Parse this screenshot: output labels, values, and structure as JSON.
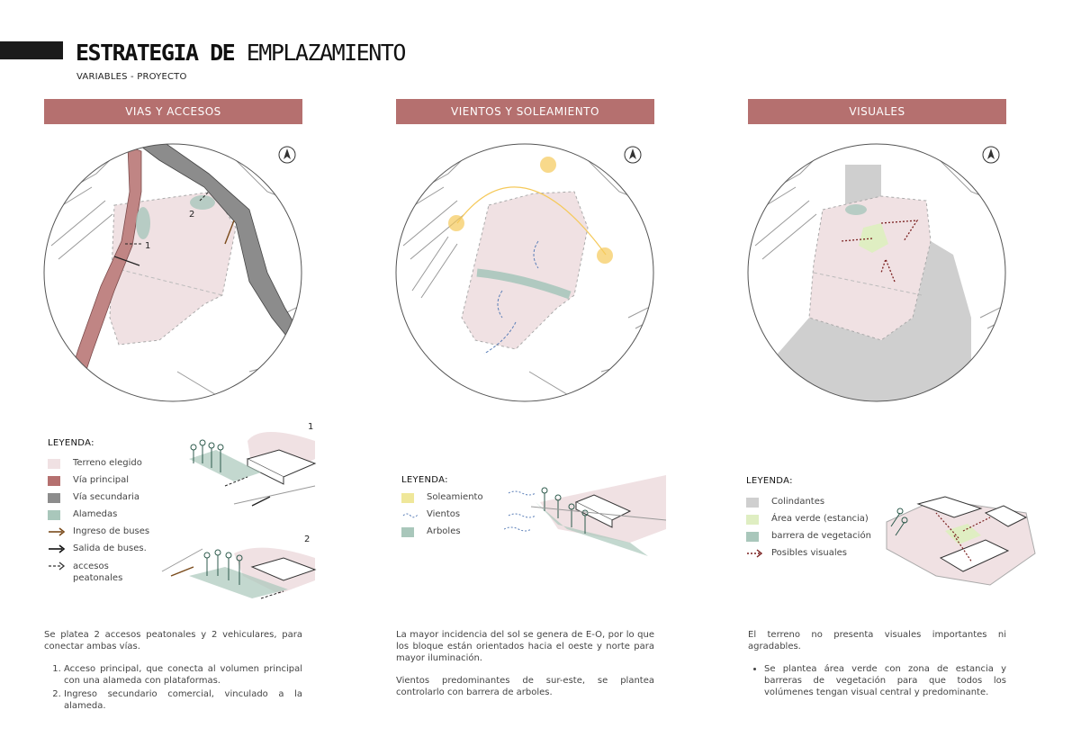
{
  "header": {
    "title_bold": "ESTRATEGIA DE",
    "title_light": " EMPLAZAMIENTO",
    "subtitle": "VARIABLES - PROYECTO"
  },
  "columns": [
    {
      "heading": "VIAS Y ACCESOS",
      "map_labels": [
        "1",
        "2"
      ],
      "legend_title": "LEYENDA:",
      "legend": [
        {
          "label": "Terreno elegido",
          "color": "#f0e1e3"
        },
        {
          "label": "Vía principal",
          "color": "#b5706f"
        },
        {
          "label": "Vía secundaria",
          "color": "#8c8c8c"
        },
        {
          "label": "Alamedas",
          "color": "#a9c7bb"
        },
        {
          "label": "Ingreso de buses",
          "icon": "arrow-brown-icon"
        },
        {
          "label": "Salida de buses.",
          "icon": "arrow-black-icon"
        },
        {
          "label": "accesos peatonales",
          "icon": "arrow-dashed-icon"
        }
      ],
      "sketch_labels": [
        "1",
        "2"
      ],
      "text_intro": "Se platea 2 accesos peatonales y 2 vehiculares, para conectar ambas vías.",
      "text_list": [
        "Acceso principal, que conecta al volumen principal con una alameda con plataformas.",
        "Ingreso secundario comercial, vinculado a la alameda."
      ]
    },
    {
      "heading": "VIENTOS Y SOLEAMIENTO",
      "legend_title": "LEYENDA:",
      "legend": [
        {
          "label": "Soleamiento",
          "color": "#efe79a"
        },
        {
          "label": "Vientos",
          "icon": "wind-icon"
        },
        {
          "label": "Arboles",
          "color": "#a9c7bb"
        }
      ],
      "text_p1": "La mayor incidencia del sol se genera de E-O, por lo que los bloque están orientados hacia el oeste y norte para mayor iluminación.",
      "text_p2": "Vientos predominantes de sur-este, se plantea controlarlo con barrera de arboles."
    },
    {
      "heading": "VISUALES",
      "legend_title": "LEYENDA:",
      "legend": [
        {
          "label": "Colindantes",
          "color": "#cfcfcf"
        },
        {
          "label": "Área verde (estancia)",
          "color": "#dfeec2"
        },
        {
          "label": "barrera de vegetación",
          "color": "#a9c7bb"
        },
        {
          "label": "Posibles visuales",
          "icon": "dotted-arrow-icon"
        }
      ],
      "text_p1": "El terreno no presenta visuales importantes ni agradables.",
      "text_list": [
        "Se plantea área verde con zona de estancia y barreras de vegetación para que todos los volúmenes tengan visual central y predominante."
      ]
    }
  ],
  "colors": {
    "accent": "#b5706f",
    "site": "#f0e1e3",
    "secondary_road": "#8c8c8c",
    "trees": "#a9c7bb",
    "sun": "#f5c95a",
    "neighbors": "#cfcfcf",
    "green_area": "#dfeec2",
    "visual_arrow": "#7a1f1f",
    "bus_in": "#7a4a1a"
  }
}
